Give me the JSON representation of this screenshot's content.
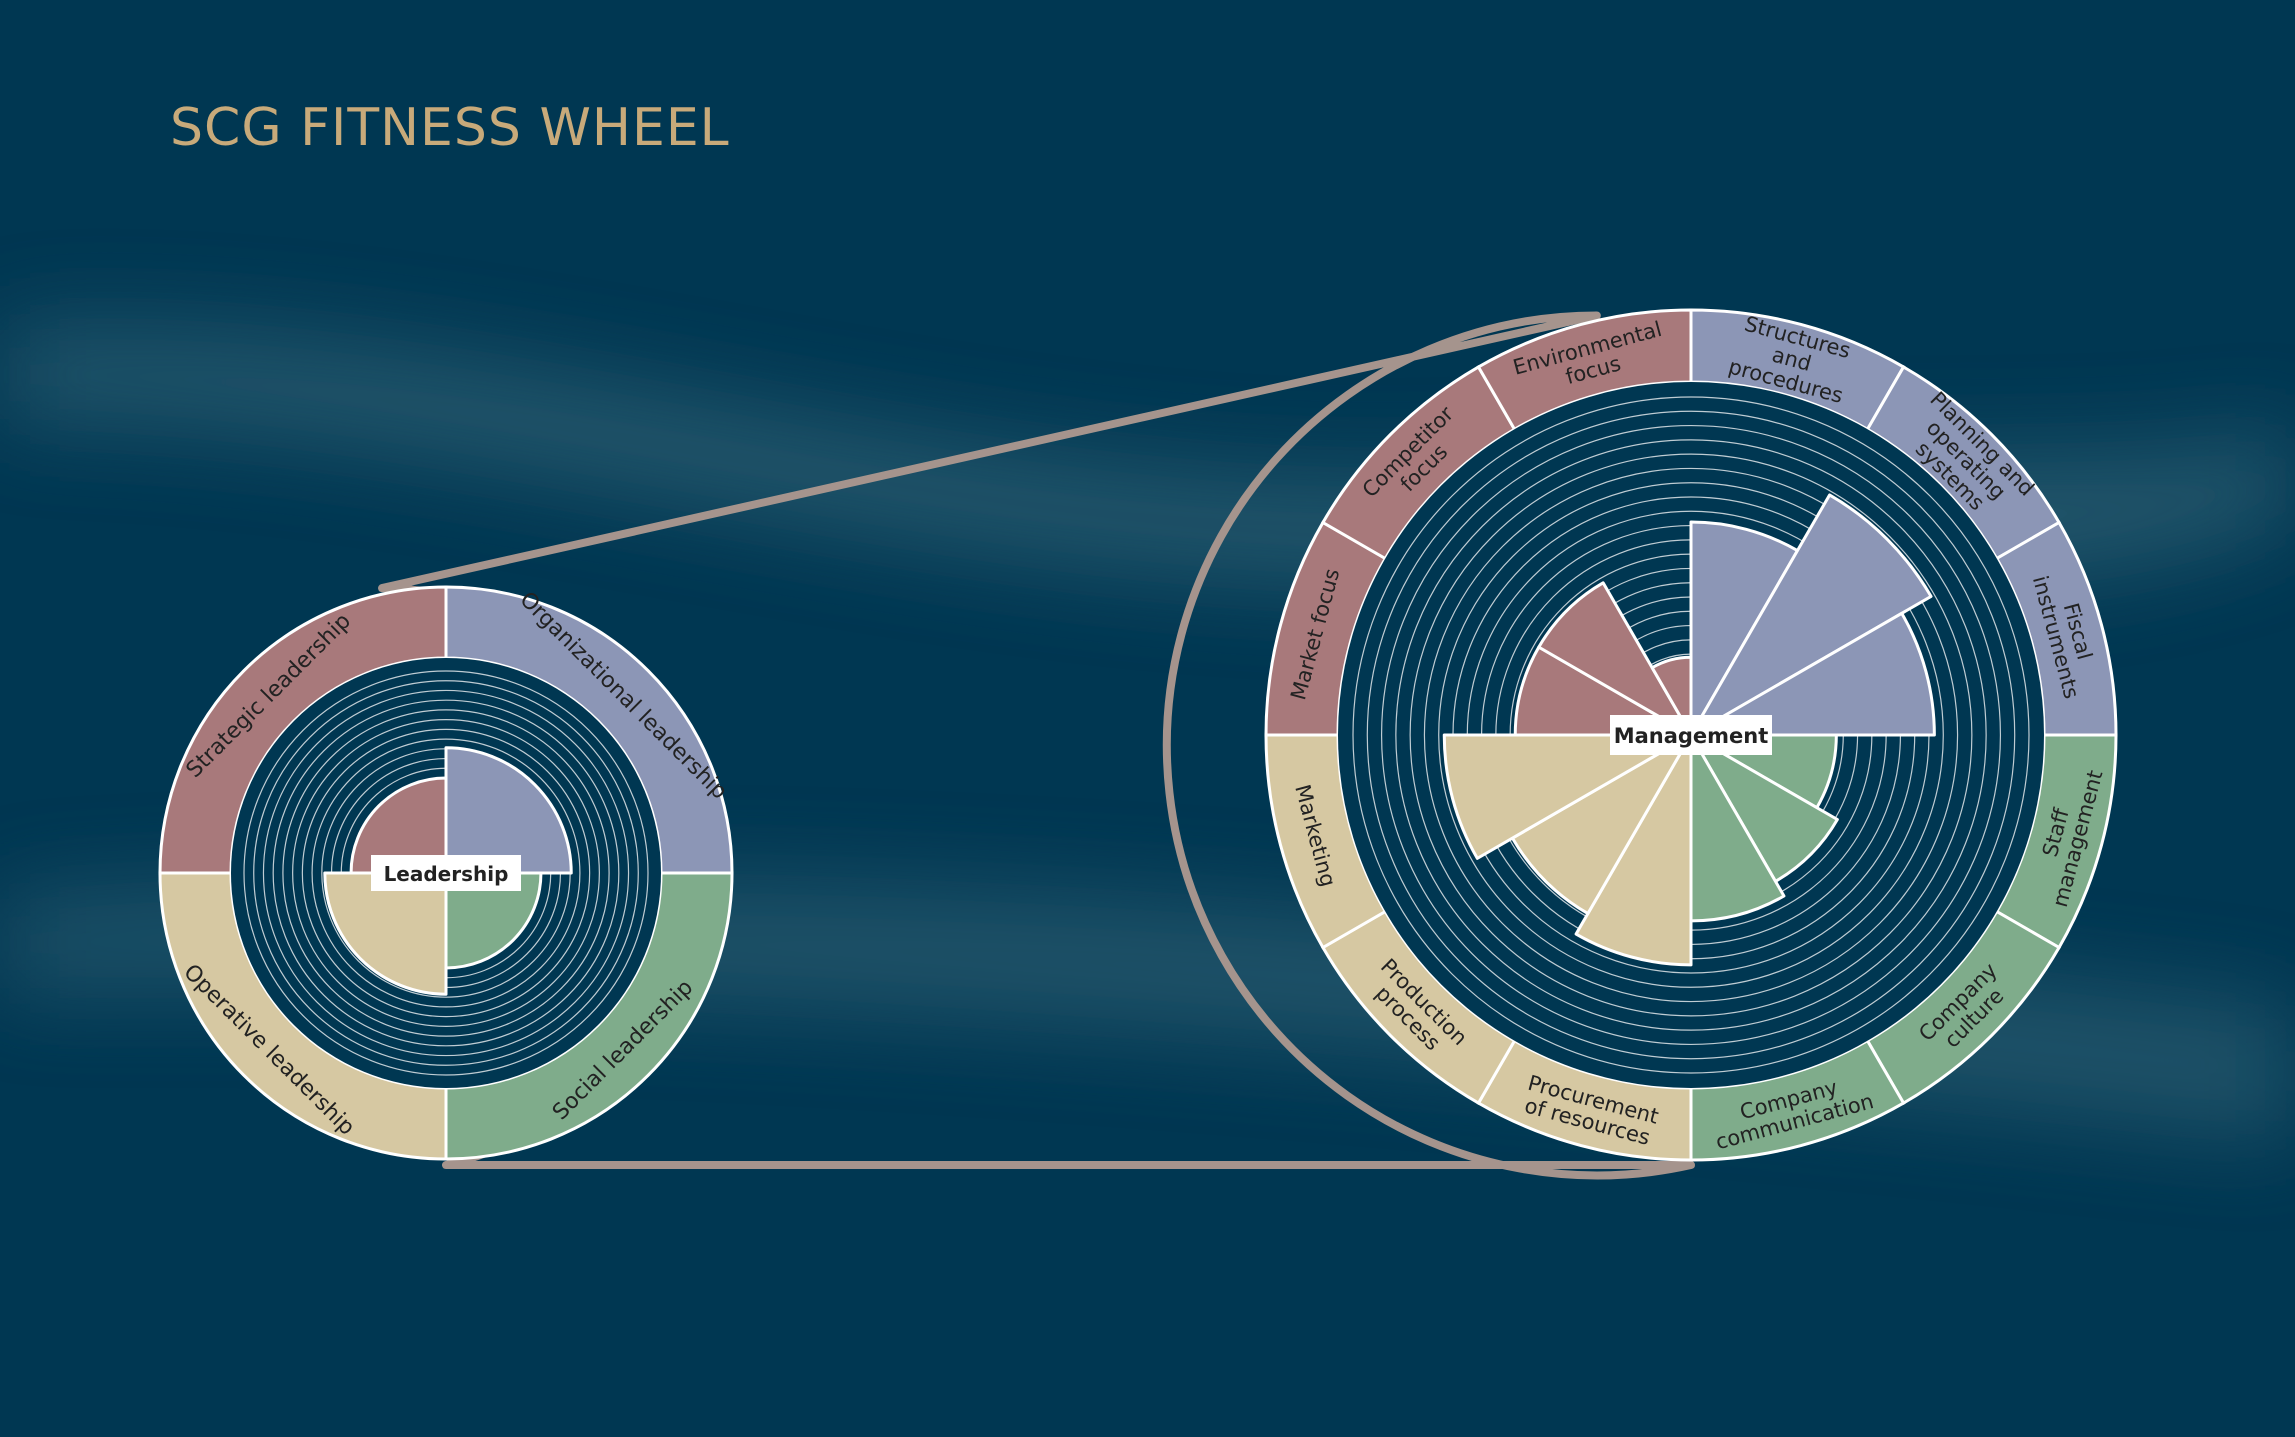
{
  "title": "SCG FITNESS WHEEL",
  "colors": {
    "background": "#003752",
    "band": "#2b5b70",
    "belt": "#a5948d",
    "red": "#a8797b",
    "blue": "#8c96b6",
    "green": "#7fac8b",
    "beige": "#d6c8a2",
    "title": "#c8aa7a",
    "text": "#222222",
    "gridline": "#ffffff"
  },
  "leadership": {
    "label": "Leadership",
    "segments": [
      {
        "label": "Organizational leadership",
        "color": "blue",
        "value": 0.62
      },
      {
        "label": "Social leadership",
        "color": "green",
        "value": 0.47
      },
      {
        "label": "Operative leadership",
        "color": "beige",
        "value": 0.6
      },
      {
        "label": "Strategic leadership",
        "color": "red",
        "value": 0.47
      }
    ]
  },
  "management": {
    "label": "Management",
    "segments": [
      {
        "label": "Structures and procedures",
        "color": "blue",
        "value": 0.63
      },
      {
        "label": "Planning and operating systems",
        "color": "blue",
        "value": 0.82
      },
      {
        "label": "Fiscal instruments",
        "color": "blue",
        "value": 0.72
      },
      {
        "label": "Staff management",
        "color": "green",
        "value": 0.43
      },
      {
        "label": "Company culture",
        "color": "green",
        "value": 0.5
      },
      {
        "label": "Company communication",
        "color": "green",
        "value": 0.55
      },
      {
        "label": "Procurement of resources",
        "color": "beige",
        "value": 0.68
      },
      {
        "label": "Production process",
        "color": "beige",
        "value": 0.61
      },
      {
        "label": "Marketing",
        "color": "beige",
        "value": 0.73
      },
      {
        "label": "Market focus",
        "color": "red",
        "value": 0.52
      },
      {
        "label": "Competitor focus",
        "color": "red",
        "value": 0.52
      },
      {
        "label": "Environmental focus",
        "color": "red",
        "value": 0.23
      }
    ]
  }
}
